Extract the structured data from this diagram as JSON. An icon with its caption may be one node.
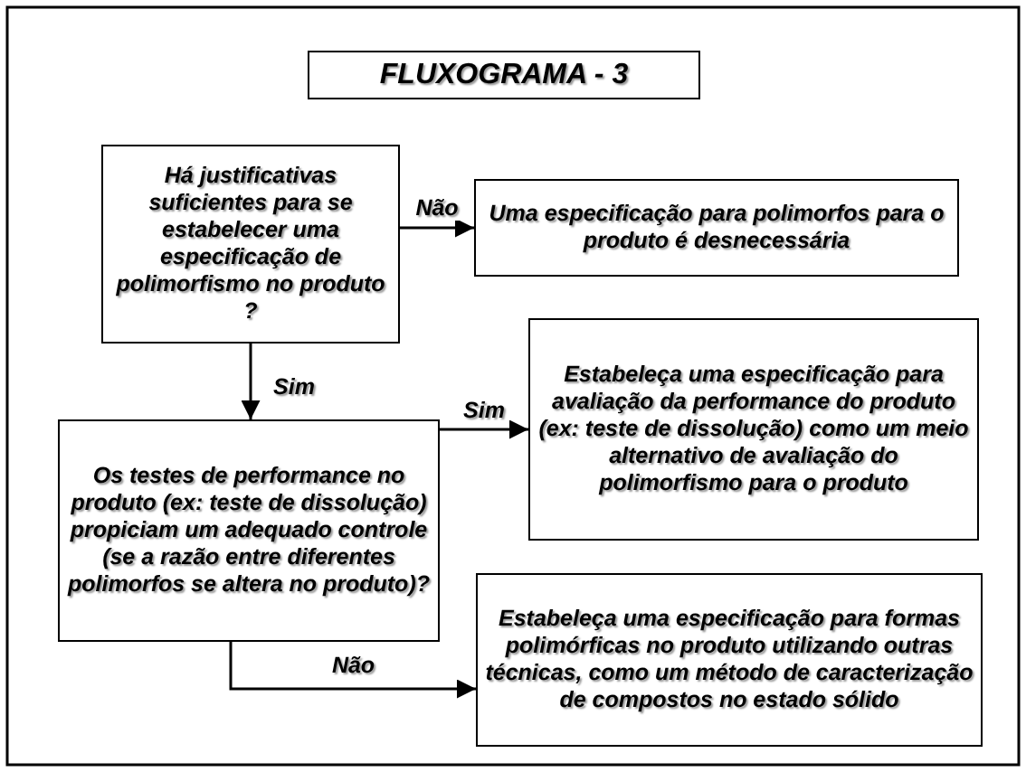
{
  "diagram": {
    "title": "FLUXOGRAMA - 3",
    "nodes": [
      {
        "text": [
          "Há justificativas suficientes para se estabelecer uma especificação de polimorfismo no produto ?"
        ]
      },
      {
        "text": [
          "Uma especificação para polimorfos para o produto é desnecessária"
        ]
      },
      {
        "text": [
          "Os testes de performance no produto (ex: teste de dissolução) propiciam um adequado controle (se a razão entre diferentes polimorfos se altera no produto)?"
        ]
      },
      {
        "text": [
          "Estabeleça uma especificação para avaliação da performance do produto (ex: teste de dissolução) como um meio alternativo de avaliação do polimorfismo para o produto"
        ]
      },
      {
        "text": [
          "Estabeleça uma especificação para formas polimórficas no produto utilizando outras técnicas, como um método de caracterização de compostos no estado sólido"
        ]
      }
    ],
    "edges": [
      {
        "from": 0,
        "to": 1,
        "arrow": "to",
        "label": "Não"
      },
      {
        "from": 0,
        "to": 2,
        "arrow": "to",
        "label": "Sim"
      },
      {
        "from": 2,
        "to": 3,
        "arrow": "to",
        "label": "Sim"
      },
      {
        "from": 2,
        "to": 4,
        "arrow": "to",
        "label": "Não"
      }
    ]
  }
}
